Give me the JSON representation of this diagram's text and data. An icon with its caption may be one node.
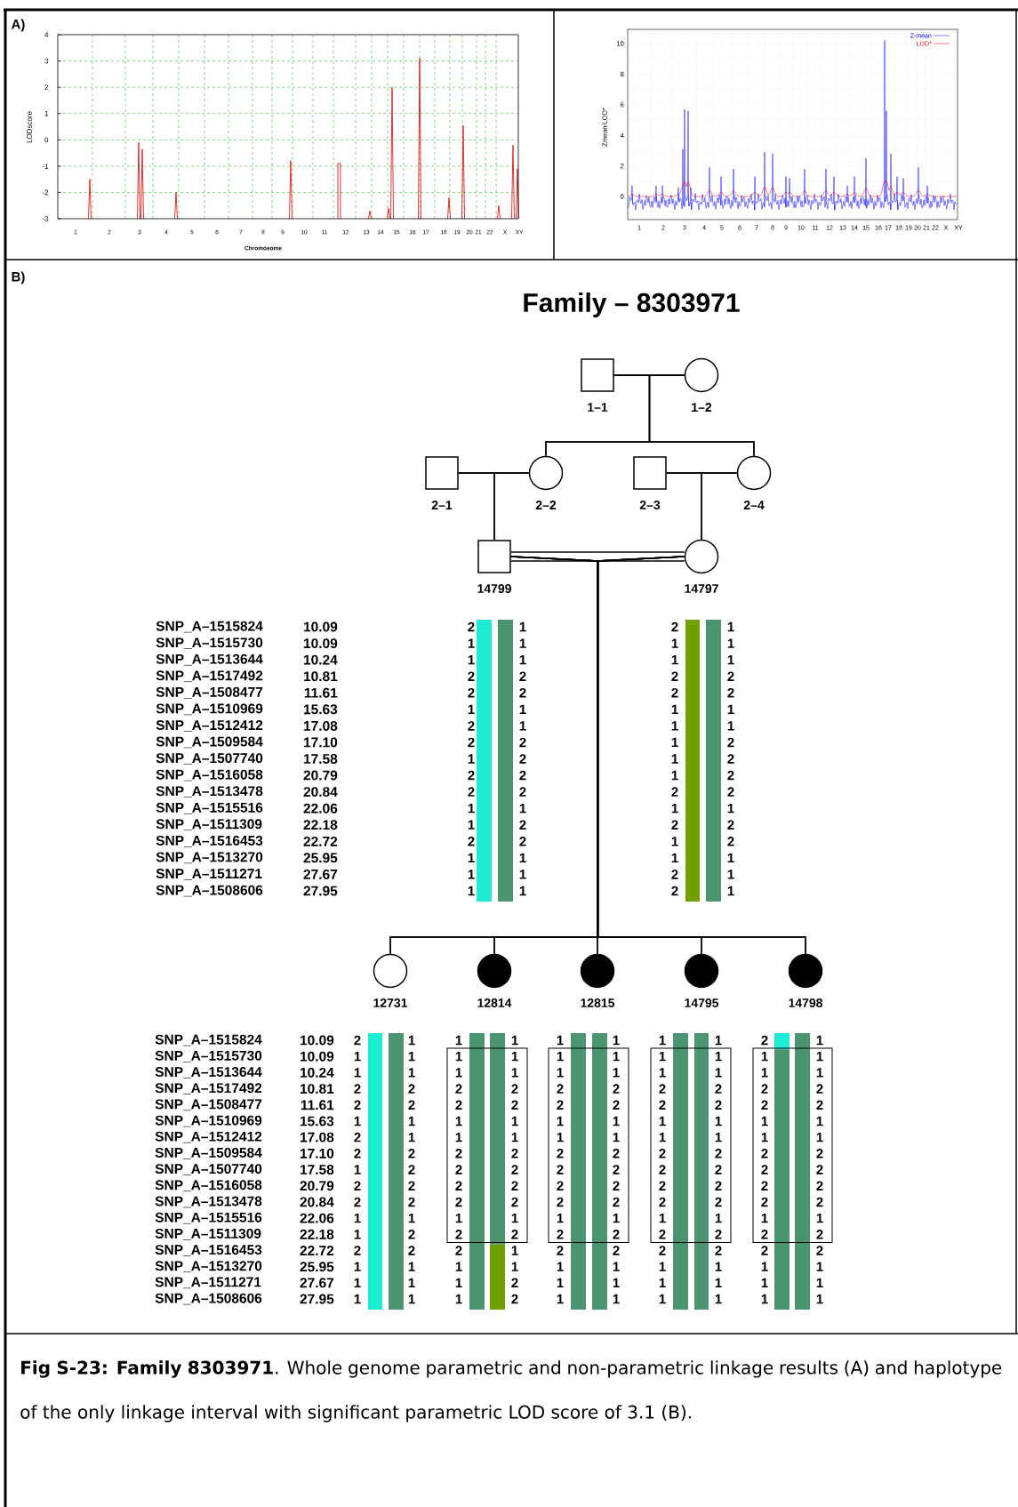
{
  "diagram": {
    "title": "Family – 8303971",
    "caption": "**Fig S-23: Family 8303971**. Whole genome parametric and non-parametric linkage results (A) and haplotype of the only linkage interval with significant parametric LOD score of 3.1 (B).",
    "nodes": [
      {
        "text": [],
        "shape": "box",
        "beside": [
          "1–1"
        ]
      },
      {
        "text": [],
        "shape": "circle",
        "beside": [
          "1–2"
        ]
      },
      {
        "text": [],
        "shape": "box",
        "beside": [
          "2–1"
        ]
      },
      {
        "text": [],
        "shape": "circle",
        "beside": [
          "2–2"
        ]
      },
      {
        "text": [],
        "shape": "box",
        "beside": [
          "2–3"
        ]
      },
      {
        "text": [],
        "shape": "circle",
        "beside": [
          "2–4"
        ]
      },
      {
        "text": [],
        "shape": "box",
        "beside": [
          "14799",
          "2",
          "1",
          "1",
          "1",
          "1",
          "1",
          "2",
          "2",
          "2",
          "2",
          "1",
          "1",
          "2",
          "1",
          "2",
          "2",
          "1",
          "2",
          "2",
          "2",
          "2",
          "2",
          "1",
          "1",
          "1",
          "2",
          "2",
          "2",
          "1",
          "1",
          "1",
          "1",
          "1",
          "1"
        ]
      },
      {
        "text": [],
        "shape": "circle",
        "beside": [
          "14797",
          "2",
          "1",
          "1",
          "1",
          "1",
          "1",
          "2",
          "2",
          "2",
          "2",
          "1",
          "1",
          "1",
          "1",
          "1",
          "2",
          "1",
          "2",
          "1",
          "2",
          "2",
          "2",
          "1",
          "1",
          "2",
          "2",
          "1",
          "2",
          "1",
          "1",
          "2",
          "1",
          "2",
          "1"
        ]
      },
      {
        "text": [],
        "shape": "circle",
        "beside": [
          "12731",
          "2",
          "1",
          "1",
          "1",
          "1",
          "1",
          "2",
          "2",
          "2",
          "2",
          "1",
          "1",
          "2",
          "1",
          "2",
          "2",
          "1",
          "2",
          "2",
          "2",
          "2",
          "2",
          "1",
          "1",
          "1",
          "2",
          "2",
          "2",
          "1",
          "1",
          "1",
          "1",
          "1",
          "1"
        ]
      },
      {
        "text": [],
        "shape": "disc",
        "beside": [
          "12814",
          "1",
          "1",
          "1",
          "1",
          "1",
          "1",
          "2",
          "2",
          "2",
          "2",
          "1",
          "1",
          "1",
          "1",
          "2",
          "2",
          "2",
          "2",
          "2",
          "2",
          "2",
          "2",
          "1",
          "1",
          "2",
          "2",
          "2",
          "1",
          "1",
          "1",
          "1",
          "2",
          "1",
          "2"
        ]
      },
      {
        "text": [],
        "shape": "disc",
        "beside": [
          "12815",
          "1",
          "1",
          "1",
          "1",
          "1",
          "1",
          "2",
          "2",
          "2",
          "2",
          "1",
          "1",
          "1",
          "1",
          "2",
          "2",
          "2",
          "2",
          "2",
          "2",
          "2",
          "2",
          "1",
          "1",
          "2",
          "2",
          "2",
          "2",
          "1",
          "1",
          "1",
          "1",
          "1",
          "1"
        ]
      },
      {
        "text": [],
        "shape": "disc",
        "beside": [
          "14795",
          "1",
          "1",
          "1",
          "1",
          "1",
          "1",
          "2",
          "2",
          "2",
          "2",
          "1",
          "1",
          "1",
          "1",
          "2",
          "2",
          "2",
          "2",
          "2",
          "2",
          "2",
          "2",
          "1",
          "1",
          "2",
          "2",
          "2",
          "2",
          "1",
          "1",
          "1",
          "1",
          "1",
          "1"
        ]
      },
      {
        "text": [],
        "shape": "disc",
        "beside": [
          "14798",
          "2",
          "1",
          "1",
          "1",
          "1",
          "1",
          "2",
          "2",
          "2",
          "2",
          "1",
          "1",
          "1",
          "1",
          "2",
          "2",
          "2",
          "2",
          "2",
          "2",
          "2",
          "2",
          "1",
          "1",
          "2",
          "2",
          "2",
          "2",
          "1",
          "1",
          "1",
          "1",
          "1",
          "1"
        ]
      }
    ],
    "edges": [
      {
        "from": 0,
        "to": 1,
        "arrow": "none"
      },
      {
        "from": 0,
        "to": 3,
        "arrow": "none"
      },
      {
        "from": 1,
        "to": 3,
        "arrow": "none"
      },
      {
        "from": 0,
        "to": 5,
        "arrow": "none"
      },
      {
        "from": 1,
        "to": 5,
        "arrow": "none"
      },
      {
        "from": 2,
        "to": 3,
        "arrow": "none"
      },
      {
        "from": 4,
        "to": 5,
        "arrow": "none"
      },
      {
        "from": 2,
        "to": 6,
        "arrow": "none"
      },
      {
        "from": 3,
        "to": 6,
        "arrow": "none"
      },
      {
        "from": 4,
        "to": 7,
        "arrow": "none"
      },
      {
        "from": 5,
        "to": 7,
        "arrow": "none"
      },
      {
        "from": 6,
        "to": 7,
        "arrow": "none"
      },
      {
        "from": 6,
        "to": 7,
        "arrow": "none"
      },
      {
        "from": 6,
        "to": 8,
        "arrow": "none"
      },
      {
        "from": 7,
        "to": 8,
        "arrow": "none"
      },
      {
        "from": 6,
        "to": 9,
        "arrow": "none"
      },
      {
        "from": 7,
        "to": 9,
        "arrow": "none"
      },
      {
        "from": 6,
        "to": 10,
        "arrow": "none"
      },
      {
        "from": 7,
        "to": 10,
        "arrow": "none"
      },
      {
        "from": 6,
        "to": 11,
        "arrow": "none"
      },
      {
        "from": 7,
        "to": 11,
        "arrow": "none"
      },
      {
        "from": 6,
        "to": 12,
        "arrow": "none"
      },
      {
        "from": 7,
        "to": 12,
        "arrow": "none"
      }
    ],
    "labels": [
      "A)",
      "4",
      "3",
      "2",
      "1",
      "0",
      "-1",
      "-2",
      "-3",
      "LODscore",
      "1",
      "2",
      "3",
      "4",
      "5",
      "6",
      "7",
      "8",
      "9",
      "10",
      "11",
      "12",
      "13",
      "14",
      "15",
      "16",
      "17",
      "18",
      "19",
      "20",
      "21",
      "22",
      "X",
      "XY",
      "Chromosome",
      "10",
      "8",
      "6",
      "4",
      "2",
      "0",
      "Zmean/LOD*",
      "1",
      "2",
      "3",
      "4",
      "5",
      "6",
      "7",
      "8",
      "9",
      "10",
      "11",
      "12",
      "13",
      "14",
      "15",
      "16",
      "17",
      "18",
      "19",
      "20",
      "21",
      "22",
      "X",
      "XY",
      "B)",
      "SNP_A–1515824",
      "10.09",
      "SNP_A–1515730",
      "10.09",
      "SNP_A–1513644",
      "10.24",
      "SNP_A–1517492",
      "10.81",
      "SNP_A–1508477",
      "11.61",
      "SNP_A–1510969",
      "15.63",
      "SNP_A–1512412",
      "17.08",
      "SNP_A–1509584",
      "17.10",
      "SNP_A–1507740",
      "17.58",
      "SNP_A–1516058",
      "20.79",
      "SNP_A–1513478",
      "20.84",
      "SNP_A–1515516",
      "22.06",
      "SNP_A–1511309",
      "22.18",
      "SNP_A–1516453",
      "22.72",
      "SNP_A–1513270",
      "25.95",
      "SNP_A–1511271",
      "27.67",
      "SNP_A–1508606",
      "27.95",
      "SNP_A–1515824",
      "10.09",
      "SNP_A–1515730",
      "10.09",
      "SNP_A–1513644",
      "10.24",
      "SNP_A–1517492",
      "10.81",
      "SNP_A–1508477",
      "11.61",
      "SNP_A–1510969",
      "15.63",
      "SNP_A–1512412",
      "17.08",
      "SNP_A–1509584",
      "17.10",
      "SNP_A–1507740",
      "17.58",
      "SNP_A–1516058",
      "20.79",
      "SNP_A–1513478",
      "20.84",
      "SNP_A–1515516",
      "22.06",
      "SNP_A–1511309",
      "22.18",
      "SNP_A–1516453",
      "22.72",
      "SNP_A–1513270",
      "25.95",
      "SNP_A–1511271",
      "27.67",
      "SNP_A–1508606",
      "27.95"
    ],
    "legend": [
      {
        "text": "Z-mean"
      },
      {
        "text": "LOD*"
      }
    ]
  }
}
